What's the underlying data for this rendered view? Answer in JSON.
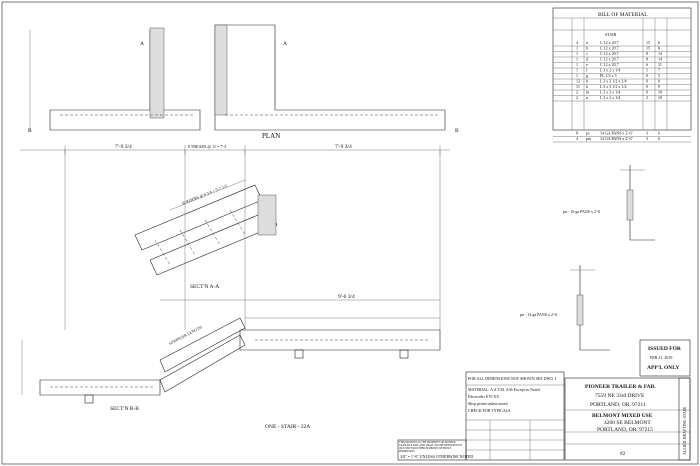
{
  "bom": {
    "title": "BILL OF MATERIAL",
    "header_stair": "STAIR",
    "rows": [
      {
        "qty": "4",
        "mark": "a",
        "desc": "C 12 x 20.7",
        "len": "15",
        "ft": "6"
      },
      {
        "qty": "1",
        "mark": "b",
        "desc": "C 12 x 20.7",
        "len": "15",
        "ft": "6"
      },
      {
        "qty": "1",
        "mark": "c",
        "desc": "C 12 x 20.7",
        "len": "8",
        "ft": "14"
      },
      {
        "qty": "1",
        "mark": "d",
        "desc": "C 12 x 20.7",
        "len": "8",
        "ft": "14"
      },
      {
        "qty": "1",
        "mark": "e",
        "desc": "C 12 x 20.7",
        "len": "6",
        "ft": "11"
      },
      {
        "qty": "1",
        "mark": "f",
        "desc": "L 3 x 2 x 1/4",
        "len": "1",
        "ft": "7"
      },
      {
        "qty": "1",
        "mark": "g",
        "desc": "PL 1/2 x 5",
        "len": "0",
        "ft": "5"
      },
      {
        "qty": "12",
        "mark": "h",
        "desc": "L 3 x 3 1/2 x 1/4",
        "len": "0",
        "ft": "9"
      },
      {
        "qty": "11",
        "mark": "k",
        "desc": "L 3 x 3 1/2 x 1/4",
        "len": "0",
        "ft": "9"
      },
      {
        "qty": "2",
        "mark": "m",
        "desc": "L 3 x 2 x 1/4",
        "len": "0",
        "ft": "10"
      },
      {
        "qty": "2",
        "mark": "n",
        "desc": "L 3 x 2 x 1/4",
        "len": "2",
        "ft": "10"
      }
    ],
    "grating_rows": [
      {
        "qty": "8",
        "mark": "ps",
        "desc": "14 GA PANS x 2'-6\"",
        "len": "3",
        "ft": "6"
      },
      {
        "qty": "4",
        "mark": "pm",
        "desc": "14 GA PANS x 2'-6\"",
        "len": "3",
        "ft": "6"
      }
    ]
  },
  "issued": {
    "title": "ISSUED FOR",
    "date": "FEB 21, 2019",
    "note": "APP'L ONLY"
  },
  "company": {
    "name": "PIONEER TRAILER & FAB.",
    "address": "7559 NE 33rd DRIVE",
    "city": "PORTLAND, OR. 97211"
  },
  "project": {
    "name": "BELMONT MIXED USE",
    "address": "4200 SE BELMONT",
    "city": "PORTLAND, OR. 97215"
  },
  "sheet_no": "#2",
  "side_stamp": "ALLIED DRAFTING  STAIR",
  "views": {
    "plan": "PLAN",
    "sect_a": "SECT'N A-A",
    "sect_b": "SECT'N B-B",
    "footer": "ONE - STAIR - 22A"
  },
  "dims": {
    "left": "7'-9 3/4",
    "middle": "8 TREADS @ 11 = 7'-4",
    "right": "7'-9 3/4",
    "overall": "9'-6 3/4",
    "stringer_a": "10 RISERS @ 6 3/4 = 5'-7 1/2",
    "stringer_b": "STRINGER LENGTH"
  },
  "callouts": {
    "a": "A",
    "b": "B",
    "callout_1": "pn - 16 ga PANS x 2'-6",
    "callout_2": "pn - 14 ga PANS x 2'-6"
  },
  "notes": {
    "general": "FOR ALL DIMENSIONS NOT SHOWN SEE DWG 1",
    "material": "MATERIAL: A.S.T.M. A36 Except as Noted",
    "thread": "Electrodes E70 XX",
    "paint": "Shop prime unless noted",
    "weld": "CHECK FOR TYPICALS"
  },
  "legal": "THIS DRAWING IS THE PROPERTY OF PIONEER TRAILER & FAB. AND SHALL NOT BE REPRODUCED OR USED FOR OTHER PURPOSES WITHOUT PERMISSION.",
  "scale": "3/8\" = 1'-0\" UNLESS OTHERWISE NOTED"
}
